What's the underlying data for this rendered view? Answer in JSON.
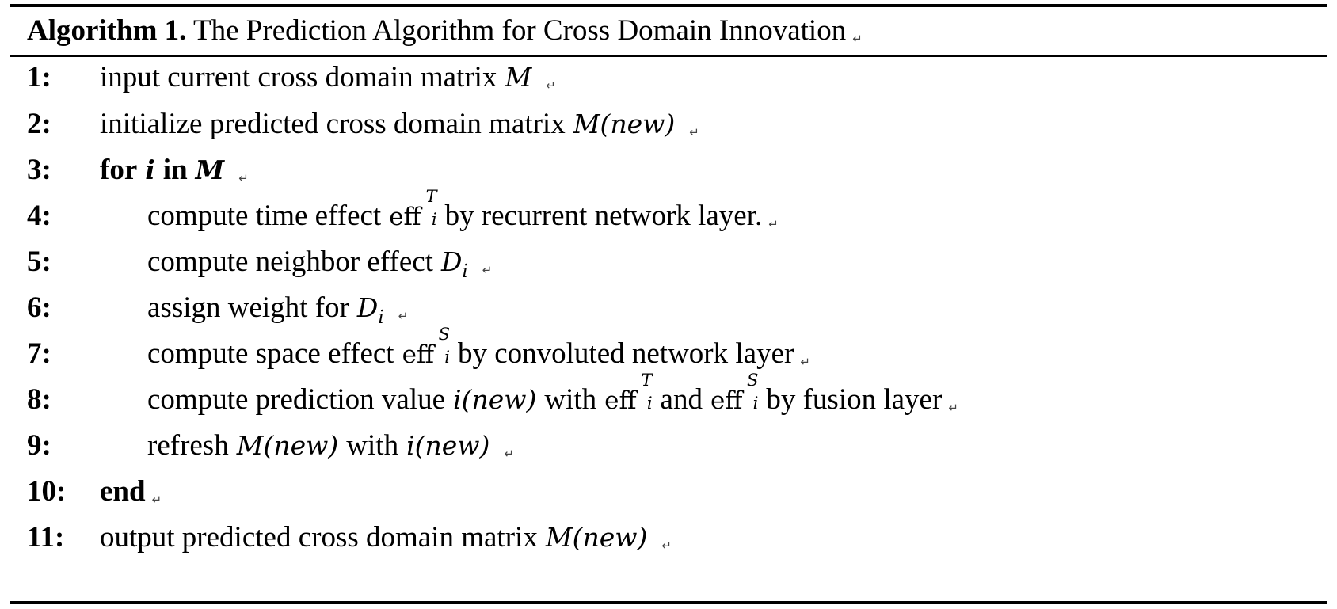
{
  "caption": {
    "label": "Algorithm 1.",
    "title": "The Prediction Algorithm for Cross Domain Innovation"
  },
  "paragraph_mark": "↵",
  "lines": [
    {
      "num": "1:",
      "text": "input current cross domain matrix",
      "math": "M"
    },
    {
      "num": "2:",
      "text": "initialize predicted cross domain matrix",
      "math": "M(new)"
    },
    {
      "num": "3:",
      "kw_for": "for",
      "var": "i",
      "kw_in": "in",
      "set": "M"
    },
    {
      "num": "4:",
      "text_a": "compute time effect",
      "eff": "eff",
      "sub": "i",
      "sup": "T",
      "text_b": "by recurrent network layer."
    },
    {
      "num": "5:",
      "text": "compute neighbor effect",
      "math": "D",
      "sub": "i"
    },
    {
      "num": "6:",
      "text": "assign weight for",
      "math": "D",
      "sub": "i"
    },
    {
      "num": "7:",
      "text_a": "compute space effect",
      "eff": "eff",
      "sub": "i",
      "sup": "S",
      "text_b": "by convoluted network layer"
    },
    {
      "num": "8:",
      "text_a": "compute prediction value",
      "math": "i(new)",
      "text_b": "with",
      "eff1": "eff",
      "sub1": "i",
      "sup1": "T",
      "text_c": "and",
      "eff2": "eff",
      "sub2": "i",
      "sup2": "S",
      "text_d": "by fusion layer"
    },
    {
      "num": "9:",
      "text_a": "refresh",
      "math_a": "M(new)",
      "text_b": "with",
      "math_b": "i(new)"
    },
    {
      "num": "10:",
      "kw_end": "end"
    },
    {
      "num": "11:",
      "text": "output predicted cross domain matrix",
      "math": "M(new)"
    }
  ]
}
